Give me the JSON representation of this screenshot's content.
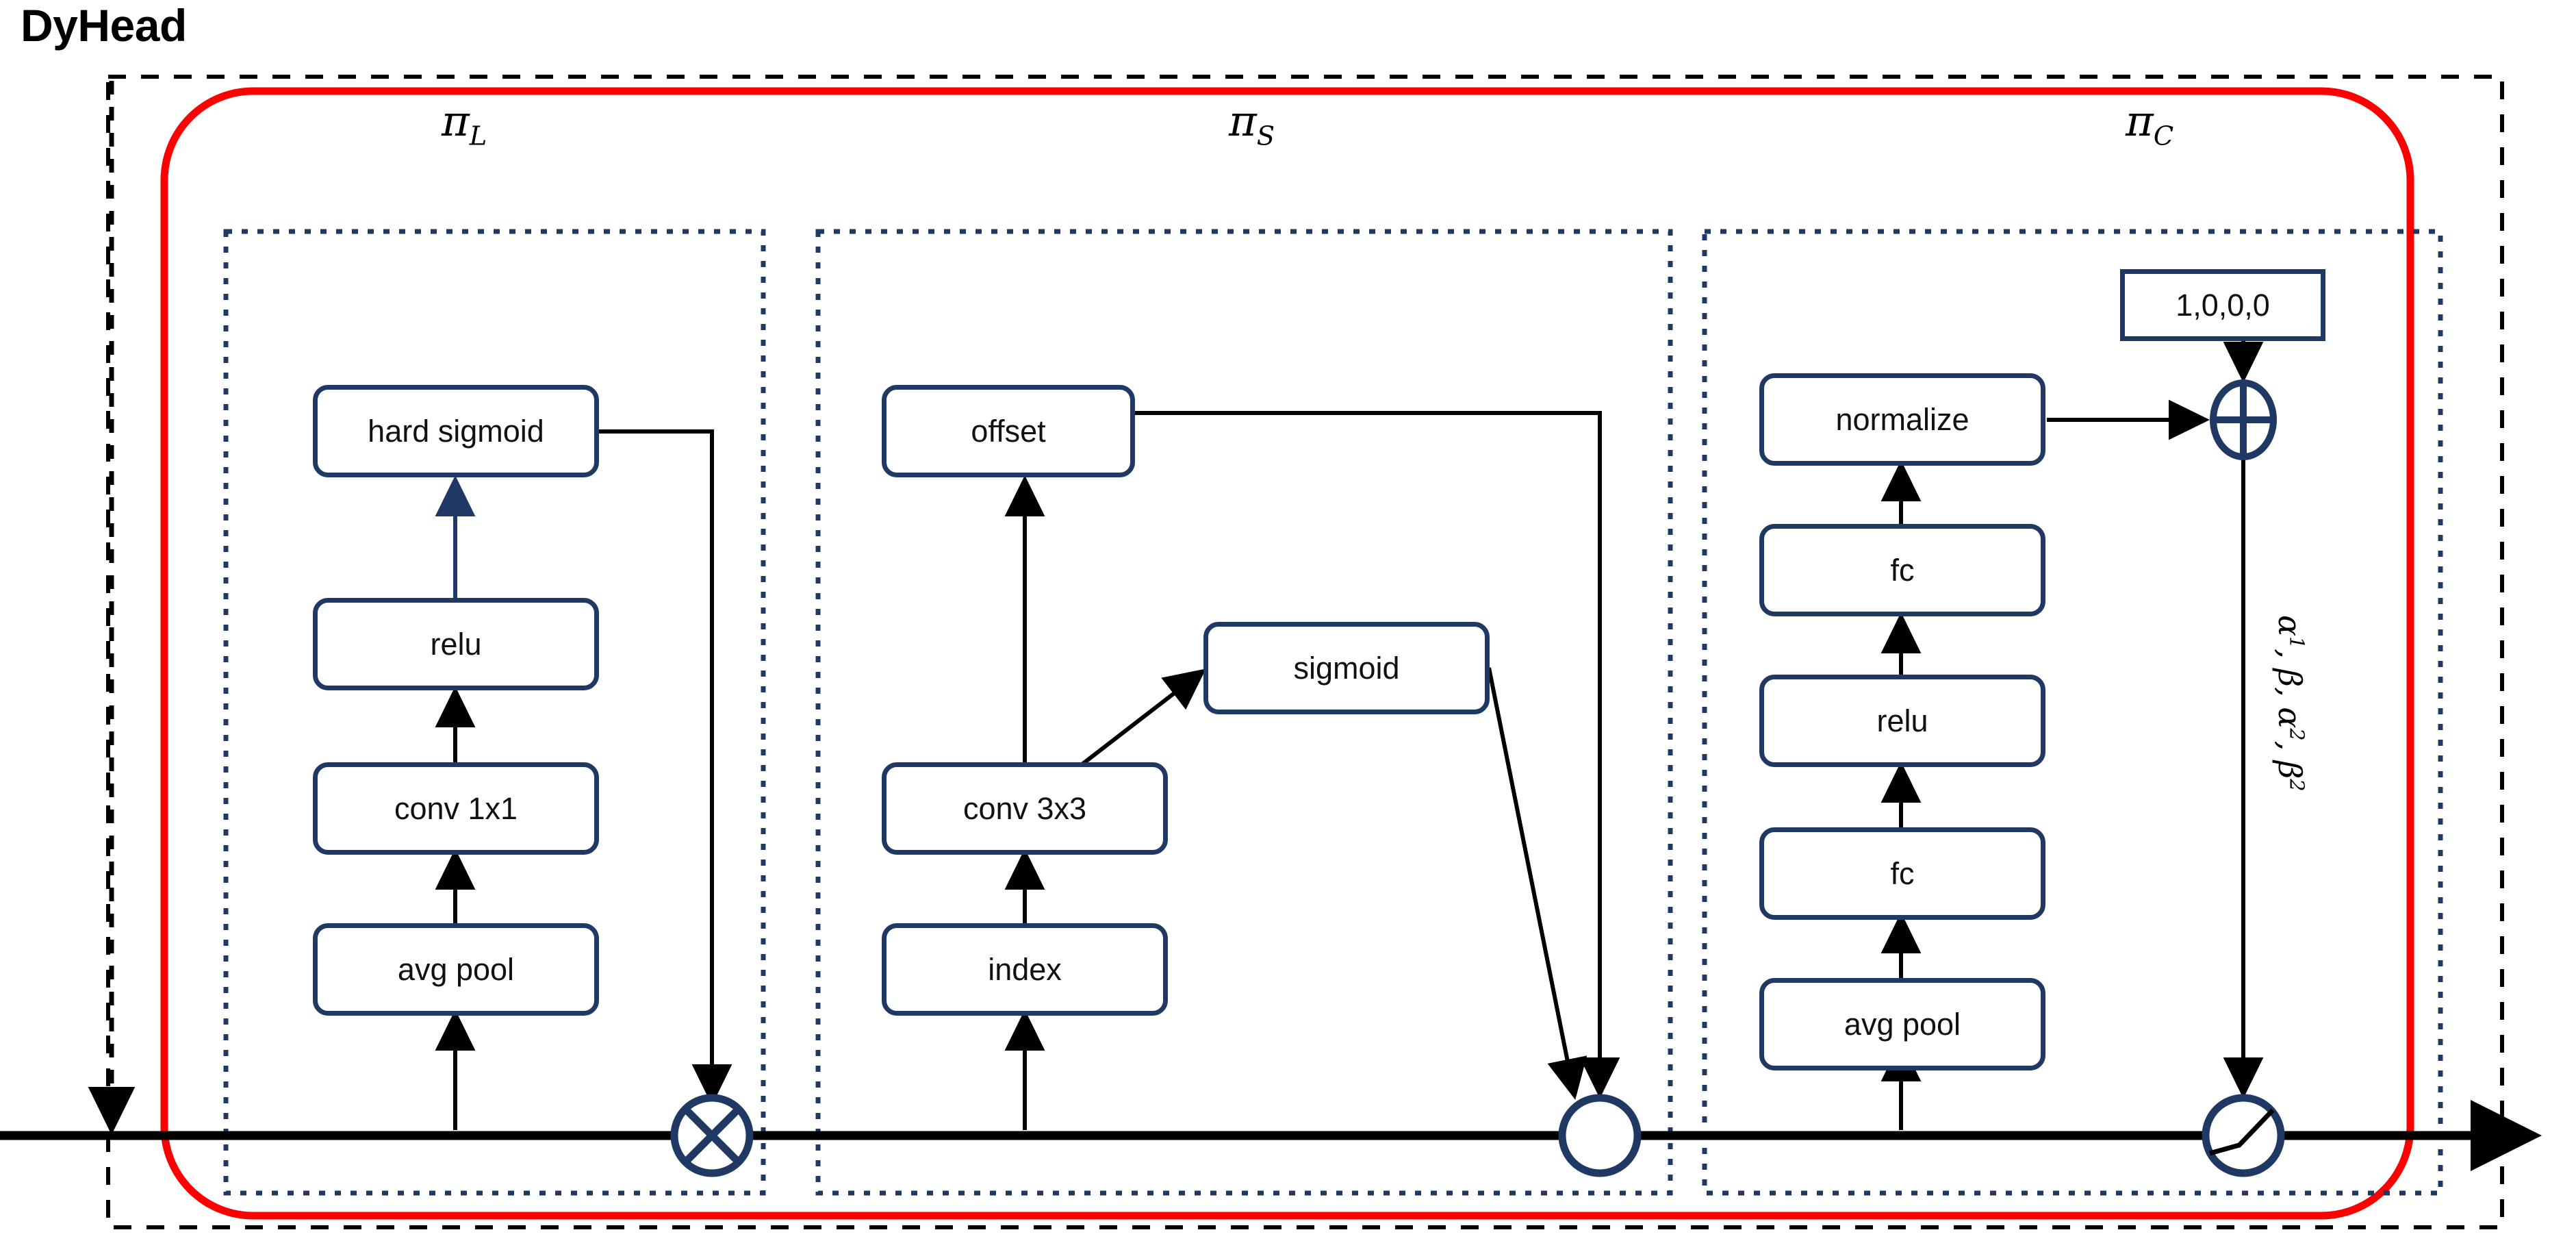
{
  "diagram": {
    "title": "DyHead",
    "type": "neural-network-architecture-block-diagram",
    "outer_boundary": {
      "style": "dashed",
      "color": "#000000",
      "label": "dyhead-module-boundary"
    },
    "highlight_boundary": {
      "style": "solid-rounded",
      "color": "#FF0000",
      "label": "attention-stack-highlight"
    },
    "box_border_color": "#1F3864",
    "branches": [
      {
        "id": "scale-aware",
        "label": "π",
        "subscript": "L",
        "nodes": [
          "avg pool",
          "conv 1x1",
          "relu",
          "hard sigmoid"
        ],
        "operator": "multiply-circle",
        "operator_symbol": "⊗"
      },
      {
        "id": "spatial-aware",
        "label": "π",
        "subscript": "S",
        "nodes": [
          "index",
          "conv 3x3",
          "offset",
          "sigmoid"
        ],
        "operator": "plain-circle",
        "operator_symbol": "○"
      },
      {
        "id": "task-aware",
        "label": "π",
        "subscript": "C",
        "nodes": [
          "avg pool",
          "fc",
          "relu",
          "fc",
          "normalize"
        ],
        "constant_box": "1,0,0,0",
        "adder_symbol": "⊕",
        "param_label_parts": [
          "α",
          "1",
          ", β, ",
          "α",
          "2",
          ", β",
          "2"
        ],
        "param_label_plain": "α¹, β, α², β²",
        "operator": "dynamic-relu-circle"
      }
    ],
    "nodes": {
      "l_avg_pool": "avg pool",
      "l_conv1x1": "conv 1x1",
      "l_relu": "relu",
      "l_hard_sigmoid": "hard sigmoid",
      "s_index": "index",
      "s_conv3x3": "conv 3x3",
      "s_offset": "offset",
      "s_sigmoid": "sigmoid",
      "c_avg_pool": "avg pool",
      "c_fc1": "fc",
      "c_relu": "relu",
      "c_fc2": "fc",
      "c_normalize": "normalize",
      "c_const": "1,0,0,0"
    },
    "pi_labels": {
      "left": "π",
      "left_sub": "L",
      "mid": "π",
      "mid_sub": "S",
      "right": "π",
      "right_sub": "C"
    }
  }
}
